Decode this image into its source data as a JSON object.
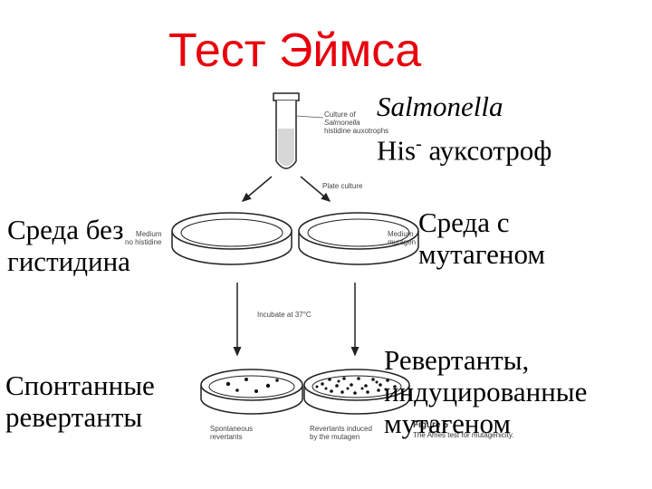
{
  "title": "Тест Эймса",
  "colors": {
    "title": "#e8000b",
    "ink": "#000000",
    "lines": "#222222"
  },
  "organism": {
    "genus": "Salmonella",
    "strain_prefix": "His",
    "strain_sup": "-",
    "strain_suffix": " ауксотроф"
  },
  "labels": {
    "left_top": [
      "Среда без",
      "гистидина"
    ],
    "right_top": [
      "Среда с",
      "мутагеном"
    ],
    "left_bottom": [
      "Спонтанные",
      "ревертанты"
    ],
    "right_bottom": [
      "Ревертанты,",
      "индуцированные",
      "мутагеном"
    ]
  },
  "figure": {
    "tube_label": [
      "Culture of",
      "Salmonella",
      "histidine auxotrophs"
    ],
    "plate_culture": "Plate culture",
    "left_medium": [
      "Medium",
      "no histidine"
    ],
    "right_medium": [
      "Medium",
      "mutagen"
    ],
    "incubate": "Incubate at 37°C",
    "spontaneous": [
      "Spontaneous",
      "revertants"
    ],
    "induced": [
      "Revertants induced",
      "by the mutagen"
    ],
    "caption_bold": "Figure 5",
    "caption_text": "The Ames test for mutagenicity."
  }
}
